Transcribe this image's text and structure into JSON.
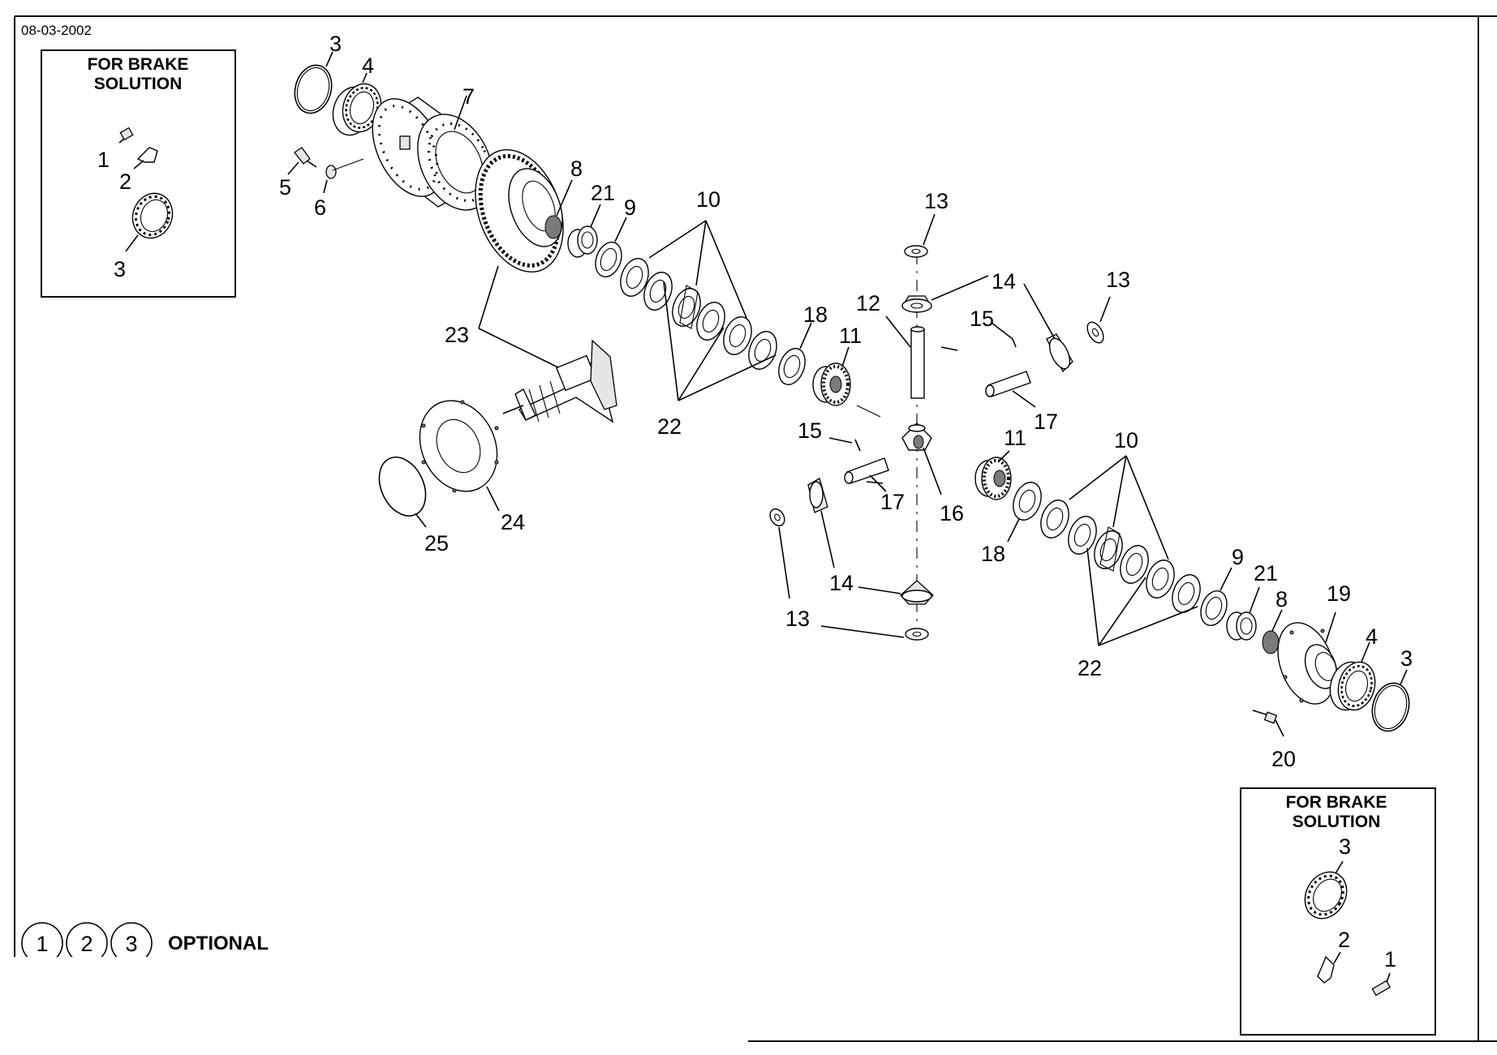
{
  "header": {
    "date": "08-03-2002"
  },
  "brake_box_left": {
    "title_line1": "FOR BRAKE",
    "title_line2": "SOLUTION",
    "callouts": [
      "1",
      "2",
      "3"
    ]
  },
  "brake_box_right": {
    "title_line1": "FOR BRAKE",
    "title_line2": "SOLUTION",
    "callouts": [
      "3",
      "2",
      "1"
    ]
  },
  "optional_legend": {
    "circles": [
      "1",
      "2",
      "3"
    ],
    "label": "OPTIONAL"
  },
  "callouts": {
    "c3a": "3",
    "c4a": "4",
    "c7": "7",
    "c5": "5",
    "c6": "6",
    "c8a": "8",
    "c21a": "21",
    "c9a": "9",
    "c10a": "10",
    "c23": "23",
    "c22a": "22",
    "c18a": "18",
    "c11a": "11",
    "c12": "12",
    "c13a": "13",
    "c14a": "14",
    "c13b": "13",
    "c15a": "15",
    "c17a": "17",
    "c15b": "15",
    "c17b": "17",
    "c16": "16",
    "c11b": "11",
    "c10b": "10",
    "c18b": "18",
    "c14b": "14",
    "c13c": "13",
    "c24": "24",
    "c25": "25",
    "c9b": "9",
    "c21b": "21",
    "c8b": "8",
    "c19": "19",
    "c4b": "4",
    "c3b": "3",
    "c22b": "22",
    "c20": "20"
  }
}
